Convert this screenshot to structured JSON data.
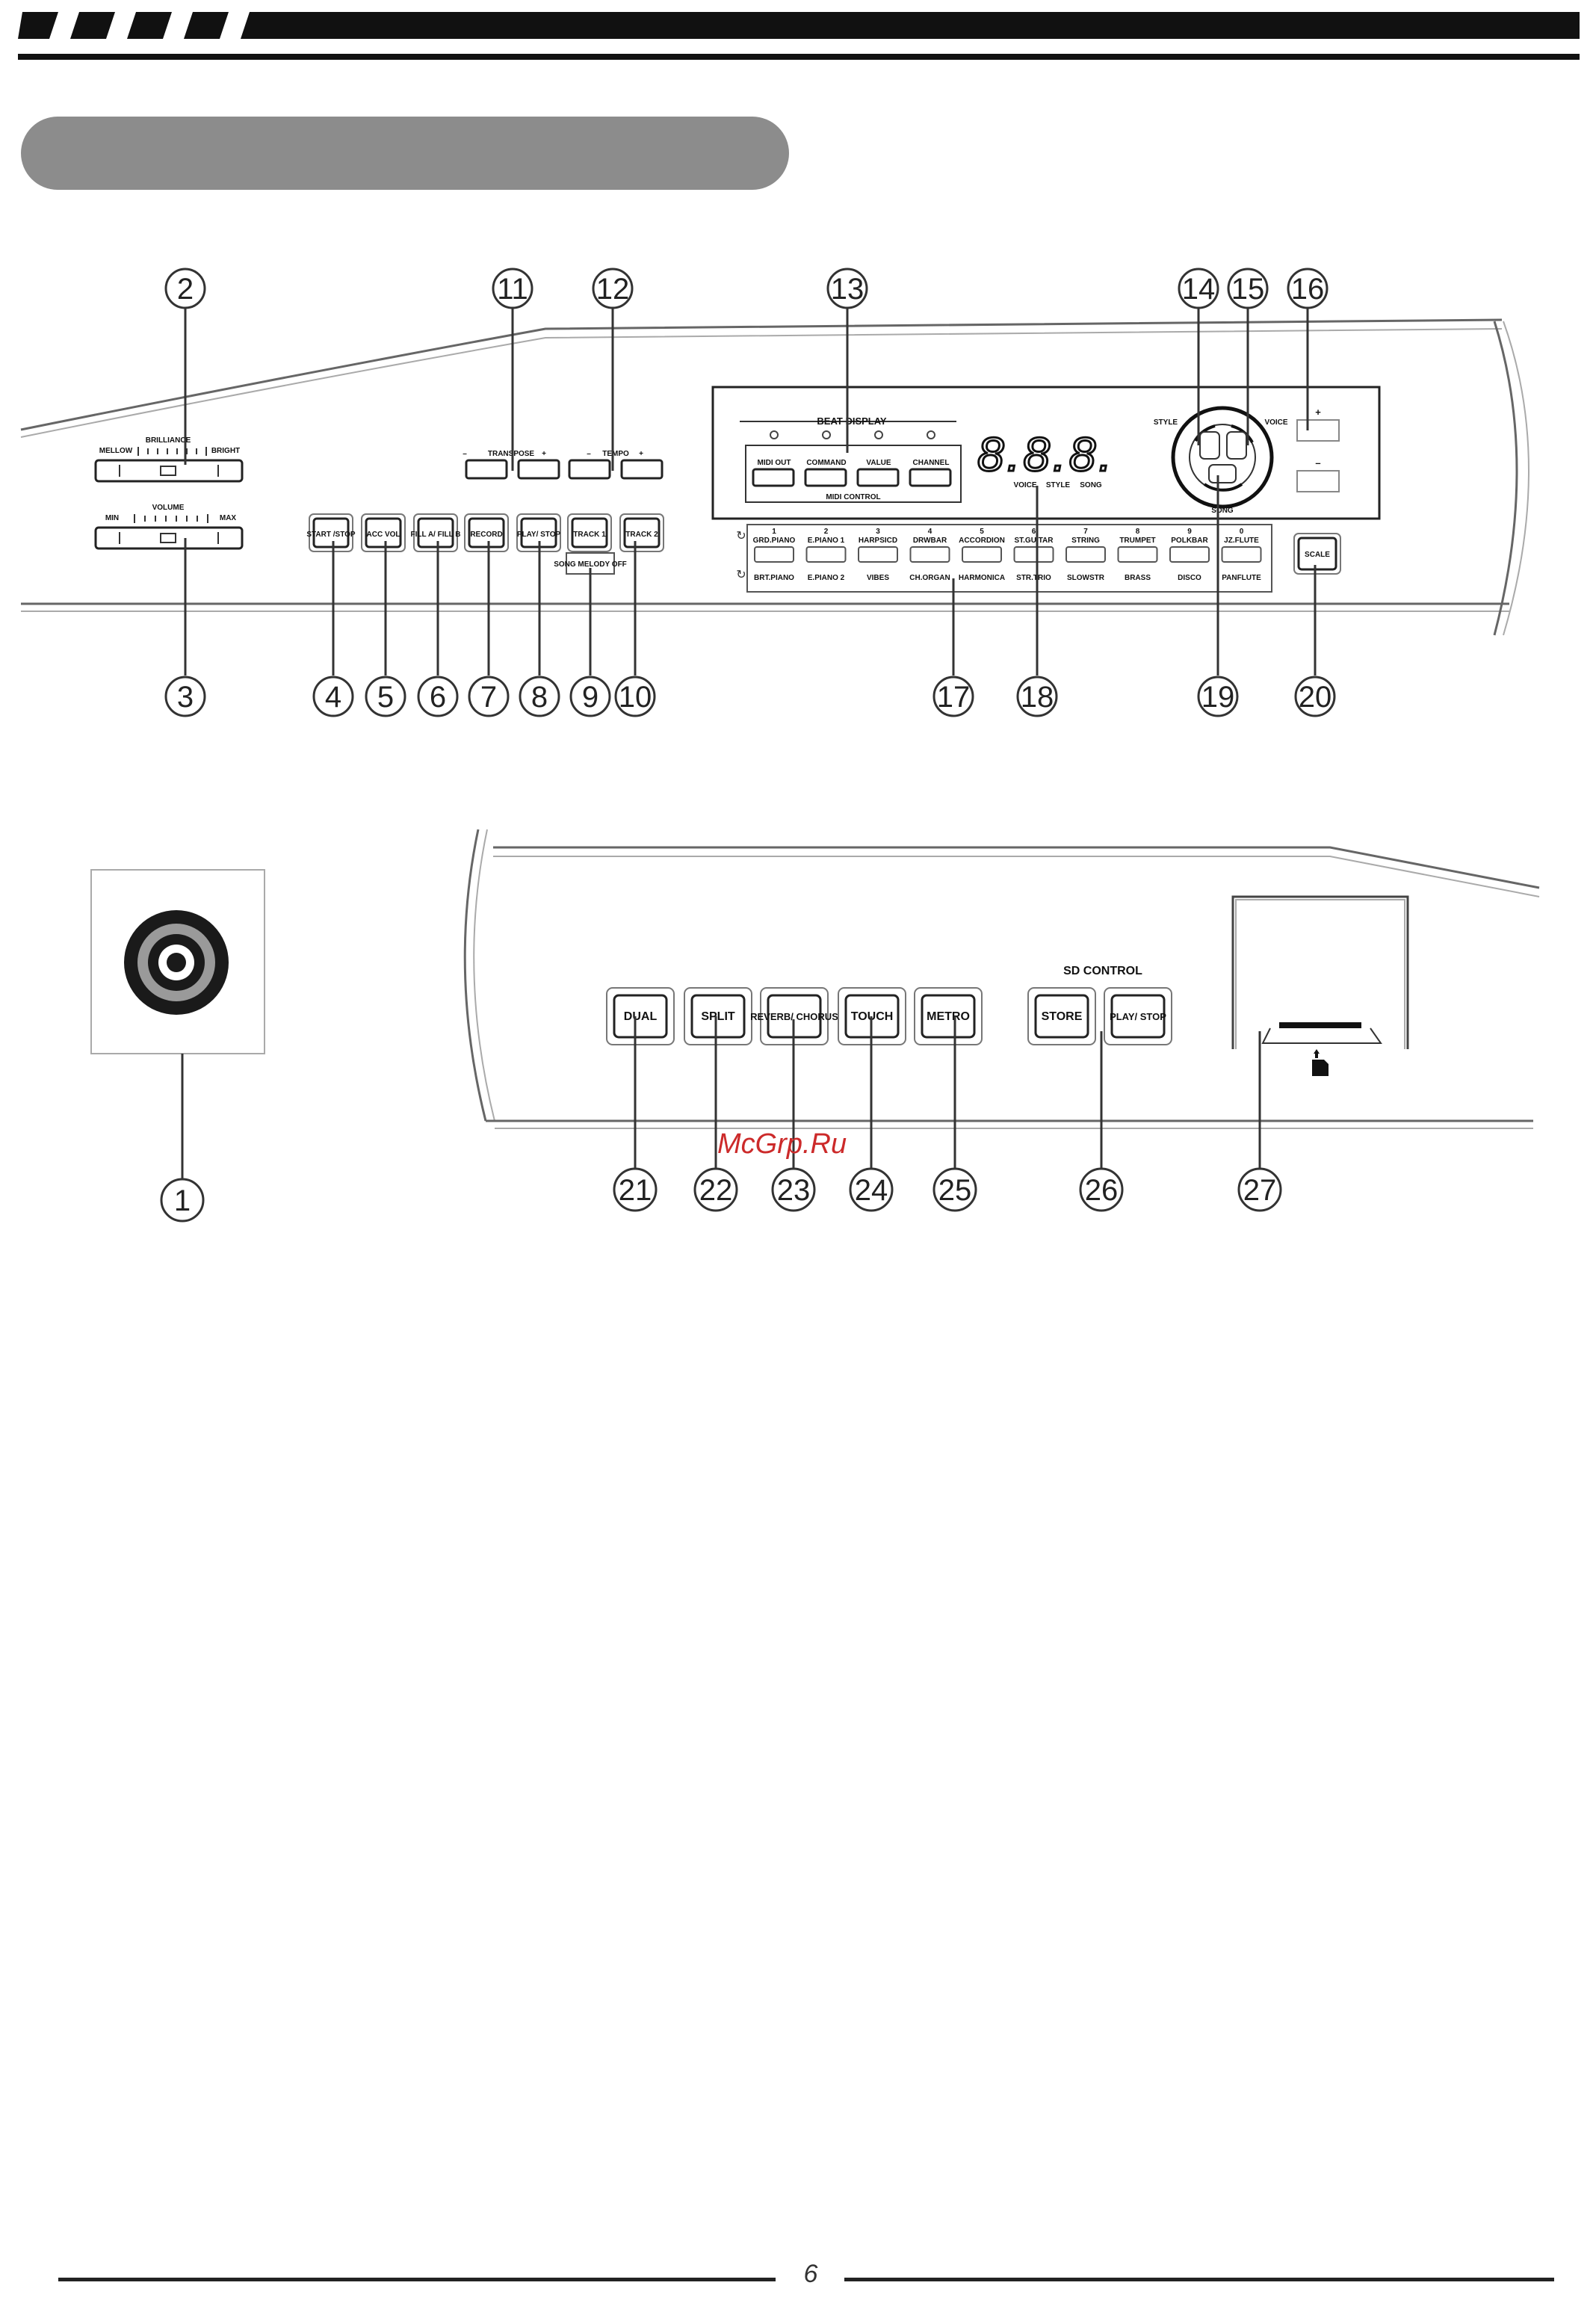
{
  "page": {
    "number": "6",
    "watermark": "McGrp.Ru"
  },
  "panel_top": {
    "brilliance": {
      "title": "BRILLIANCE",
      "min": "MELLOW",
      "max": "BRIGHT"
    },
    "volume": {
      "title": "VOLUME",
      "min": "MIN",
      "max": "MAX"
    },
    "transpose": {
      "label": "TRANSPOSE",
      "minus": "–",
      "plus": "+"
    },
    "tempo": {
      "label": "TEMPO",
      "minus": "–",
      "plus": "+"
    },
    "buttons": {
      "start_stop": "START /STOP",
      "acc_vol": "ACC VOL",
      "fill_a_fill_b": "FILL A/ FILL B",
      "record": "RECORD",
      "play_stop": "PLAY/ STOP",
      "track1": "TRACK 1",
      "track2": "TRACK 2",
      "song_melody_off": "SONG MELODY OFF",
      "scale": "SCALE"
    },
    "display": {
      "beat_display": "BEAT DISPLAY",
      "midi_control": "MIDI CONTROL",
      "midi_buttons": [
        "MIDI OUT",
        "COMMAND",
        "VALUE",
        "CHANNEL"
      ],
      "led_digits": "8.8.8.",
      "indicators": [
        "VOICE",
        "STYLE",
        "SONG"
      ],
      "dial": {
        "style": "STYLE",
        "voice": "VOICE",
        "song": "SONG"
      },
      "plus": "+",
      "minus": "–"
    },
    "voice_row1": [
      {
        "num": "1",
        "name": "GRD.PIANO"
      },
      {
        "num": "2",
        "name": "E.PIANO 1"
      },
      {
        "num": "3",
        "name": "HARPSICD"
      },
      {
        "num": "4",
        "name": "DRWBAR"
      },
      {
        "num": "5",
        "name": "ACCORDION"
      },
      {
        "num": "6",
        "name": "ST.GUITAR"
      },
      {
        "num": "7",
        "name": "STRING"
      },
      {
        "num": "8",
        "name": "TRUMPET"
      },
      {
        "num": "9",
        "name": "POLKBAR"
      },
      {
        "num": "0",
        "name": "JZ.FLUTE"
      }
    ],
    "voice_row2": [
      "BRT.PIANO",
      "E.PIANO 2",
      "VIBES",
      "CH.ORGAN",
      "HARMONICA",
      "STR.TRIO",
      "SLOWSTR",
      "BRASS",
      "DISCO",
      "PANFLUTE"
    ],
    "callouts_top": [
      "2",
      "11",
      "12",
      "13",
      "14",
      "15",
      "16"
    ],
    "callouts_bottom": [
      "3",
      "4",
      "5",
      "6",
      "7",
      "8",
      "9",
      "10",
      "17",
      "18",
      "19",
      "20"
    ]
  },
  "panel_bottom": {
    "buttons": [
      "DUAL",
      "SPLIT",
      "REVERB/ CHORUS",
      "TOUCH",
      "METRO"
    ],
    "sd_control": {
      "title": "SD CONTROL",
      "buttons": [
        "STORE",
        "PLAY/ STOP"
      ]
    },
    "callouts": [
      "1",
      "21",
      "22",
      "23",
      "24",
      "25",
      "26",
      "27"
    ]
  }
}
